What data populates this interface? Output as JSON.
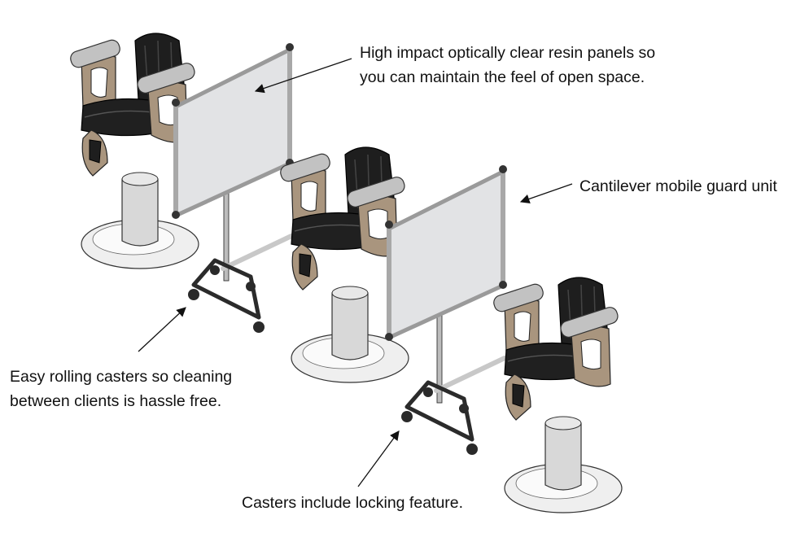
{
  "callouts": {
    "panels": {
      "line1": "High impact optically clear resin panels so",
      "line2": "you can maintain the feel of open space."
    },
    "unit": {
      "line1": "Cantilever mobile guard unit"
    },
    "casters_rolling": {
      "line1": "Easy rolling casters so cleaning",
      "line2": "between clients is hassle free."
    },
    "casters_locking": {
      "line1": "Casters include locking feature."
    }
  },
  "colors": {
    "background": "#ffffff",
    "chair_seat": "#1c1c1c",
    "chair_arm_frame": "#a6937c",
    "arm_pad": "#bdbdbd",
    "column": "#d9d9d9",
    "base": "#ededed",
    "panel": "#e3e4e6",
    "frame_tube": "#b8b8b8",
    "caster": "#2a2a2a",
    "text": "#111111"
  }
}
